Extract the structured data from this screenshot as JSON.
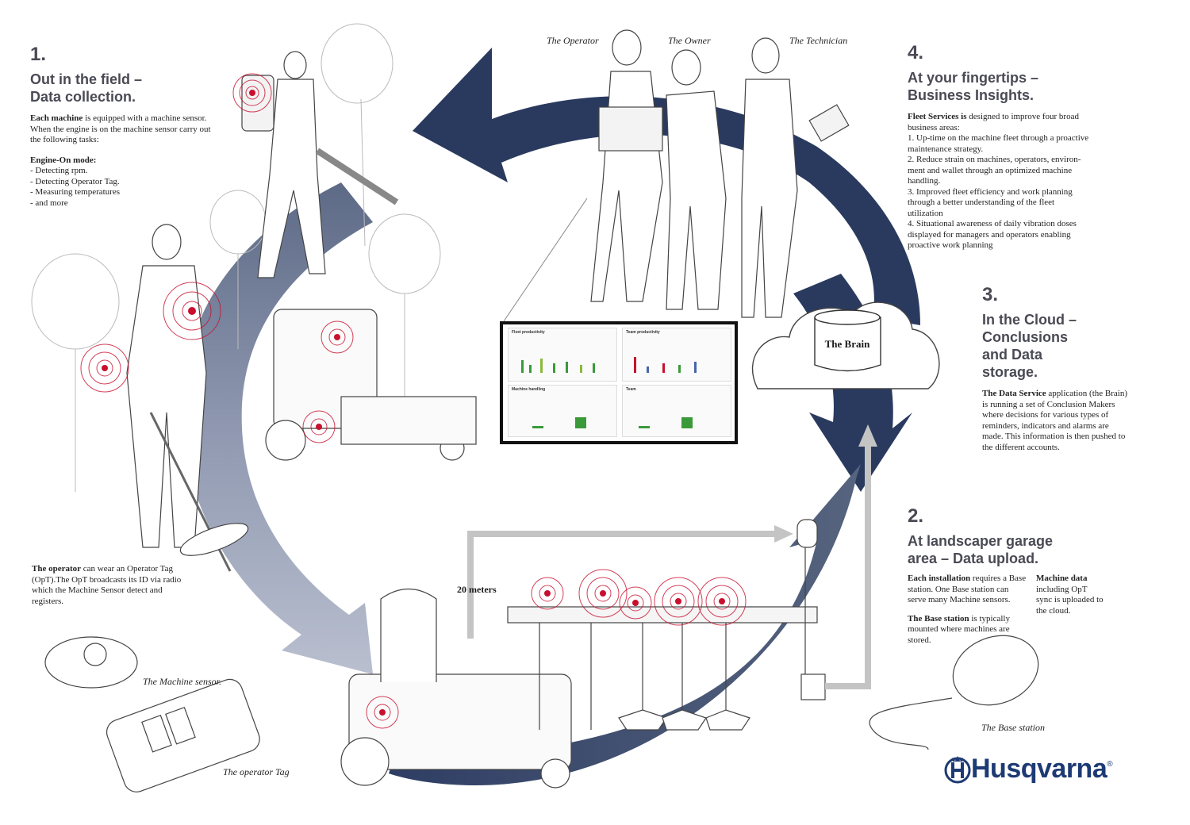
{
  "section1": {
    "number": "1.",
    "heading_line1": "Out in the field –",
    "heading_line2": "Data collection.",
    "para_bold": "Each machine",
    "para_rest": " is equipped with a machine sensor. When the engine is on the machine sensor carry out the following tasks:",
    "mode_title": "Engine-On mode:",
    "mode_items": [
      "- Detecting rpm.",
      "- Detecting Operator Tag.",
      "- Measuring temperatures",
      "- and more"
    ]
  },
  "operator_note": {
    "bold": "The operator",
    "rest": " can wear an Operator Tag (OpT).The OpT broadcasts its ID via radio which the Machine Sensor detect and registers."
  },
  "captions": {
    "machine_sensor": "The Machine sensor.",
    "operator_tag": "The operator Tag",
    "base_station": "The Base station",
    "operator": "The Operator",
    "owner": "The Owner",
    "technician": "The Technician"
  },
  "section4": {
    "number": "4.",
    "heading_line1": "At your fingertips –",
    "heading_line2": "Business Insights.",
    "para_bold": "Fleet Services is",
    "para_rest": " designed to improve four broad business areas:",
    "items": [
      "1. Up-time on the machine fleet through a proactive maintenance strategy.",
      "2. Reduce strain on machines, operators, environ-ment and wallet through an optimized machine handling.",
      "3. Improved fleet efficiency and work planning through a better understanding of the fleet utilization",
      "4. Situational awareness of daily vibration doses displayed for managers and operators enabling proactive work planning"
    ]
  },
  "section3": {
    "number": "3.",
    "heading_line1": "In the Cloud –",
    "heading_line2": "Conclusions",
    "heading_line3": "and Data",
    "heading_line4": "storage.",
    "para_bold": "The Data Service",
    "para_rest": " application (the Brain) is running a set of Conclusion Makers where decisions for various types of reminders, indicators and alarms are made. This information is then pushed to the different accounts."
  },
  "section2": {
    "number": "2.",
    "heading_line1": "At landscaper garage",
    "heading_line2": "area – Data upload.",
    "col1_bold": "Each installation",
    "col1_rest": " requires a Base station. One Base station can serve many Machine sensors.",
    "col1b_bold": "The Base station",
    "col1b_rest": " is typically mounted where machines are stored.",
    "col2_bold": "Machine data",
    "col2_rest": " including OpT sync is uploaded to the cloud."
  },
  "brain_label": "The Brain",
  "distance_label": "20 meters",
  "dashboard": {
    "panels": [
      "Fleet productivity",
      "Team productivity",
      "Machine handling",
      "Team"
    ]
  },
  "logo": {
    "text": "Husqvarna",
    "reg": "®"
  },
  "colors": {
    "navy": "#2a3a5f",
    "slate": "#5a6680",
    "pale": "#9aa2b8",
    "accent_red": "#c8102e",
    "arrow_grey": "#c4c4c4",
    "brand": "#1d3a74"
  }
}
